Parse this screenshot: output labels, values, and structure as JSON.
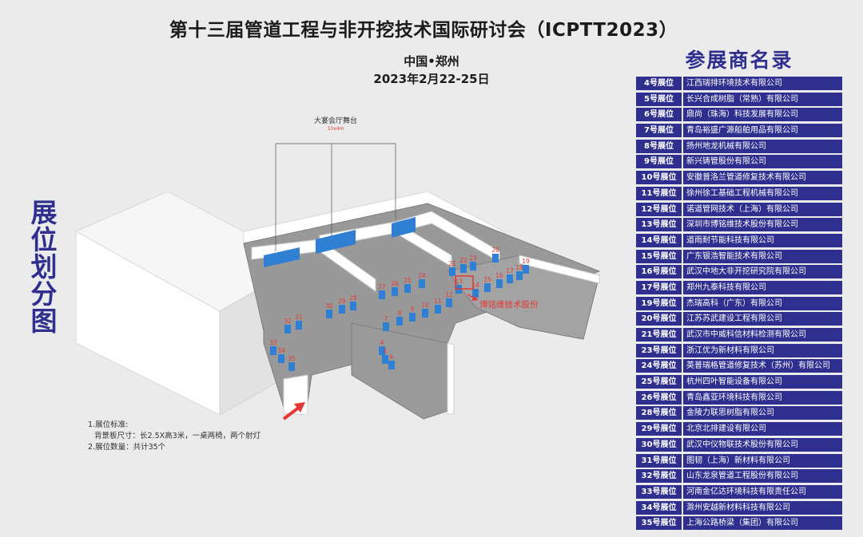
{
  "header": {
    "title": "第十三届管道工程与非开挖技术国际研讨会（ICPTT2023）",
    "location": "中国•郑州",
    "date": "2023年2月22-25日"
  },
  "side_title": "展位划分图",
  "list_title": "参展商名录",
  "floorplan": {
    "stage_label": "大宴会厅舞台",
    "stage_size": "10x4m",
    "highlight_label": "博铭维技术股份",
    "booth_numbers": [
      "4",
      "5",
      "6",
      "7",
      "8",
      "9",
      "10",
      "11",
      "12",
      "13",
      "14",
      "15",
      "16",
      "17",
      "18",
      "19",
      "20",
      "21",
      "22",
      "23",
      "24",
      "25",
      "26",
      "27",
      "28",
      "29",
      "30",
      "31",
      "32",
      "33",
      "34",
      "35"
    ],
    "colors": {
      "booth": "#2f7fd3",
      "hall_wall": "#ffffff",
      "floor": "#8e8e8e",
      "accent": "#e53935"
    }
  },
  "notes": {
    "line1": "1.展位标准:",
    "line2": "背景板尺寸：长2.5X高3米，一桌两椅，两个射灯",
    "line3": "2.展位数量：共计35个"
  },
  "exhibitors": [
    {
      "booth": "4号展位",
      "company": "江西瑞排环境技术有限公司"
    },
    {
      "booth": "5号展位",
      "company": "长兴合成树脂（常熟）有限公司"
    },
    {
      "booth": "6号展位",
      "company": "鼎尚（珠海）科技发展有限公司"
    },
    {
      "booth": "7号展位",
      "company": "青岛裕盛广源船舶用品有限公司"
    },
    {
      "booth": "8号展位",
      "company": "扬州地龙机械有限公司"
    },
    {
      "booth": "9号展位",
      "company": "新兴铸管股份有限公司"
    },
    {
      "booth": "10号展位",
      "company": "安徽普洛兰管道修复技术有限公司"
    },
    {
      "booth": "11号展位",
      "company": "徐州徐工基础工程机械有限公司"
    },
    {
      "booth": "12号展位",
      "company": "诺道管网技术（上海）有限公司"
    },
    {
      "booth": "13号展位",
      "company": "深圳市博铭维技术股份有限公司"
    },
    {
      "booth": "14号展位",
      "company": "道雨耐节能科技有限公司"
    },
    {
      "booth": "15号展位",
      "company": "广东银浩智能技术有限公司"
    },
    {
      "booth": "16号展位",
      "company": "武汉中地大非开挖研究院有限公司"
    },
    {
      "booth": "17号展位",
      "company": "郑州九泰科技有限公司"
    },
    {
      "booth": "19号展位",
      "company": "杰瑞高科（广东）有限公司"
    },
    {
      "booth": "20号展位",
      "company": "江苏苏武建设工程有限公司"
    },
    {
      "booth": "21号展位",
      "company": "武汉市中威科信材料检测有限公司"
    },
    {
      "booth": "23号展位",
      "company": "浙江优为新材料有限公司"
    },
    {
      "booth": "24号展位",
      "company": "英普瑞格管道修复技术（苏州）有限公司"
    },
    {
      "booth": "25号展位",
      "company": "杭州四叶智能设备有限公司"
    },
    {
      "booth": "26号展位",
      "company": "青岛鑫亚环境科技有限公司"
    },
    {
      "booth": "28号展位",
      "company": "金陵力联思树脂有限公司"
    },
    {
      "booth": "29号展位",
      "company": "北京北排建设有限公司"
    },
    {
      "booth": "30号展位",
      "company": "武汉中仪物联技术股份有限公司"
    },
    {
      "booth": "31号展位",
      "company": "图韧（上海）新材料有限公司"
    },
    {
      "booth": "32号展位",
      "company": "山东龙泉管道工程股份有限公司"
    },
    {
      "booth": "33号展位",
      "company": "河南金亿达环境科技有限责任公司"
    },
    {
      "booth": "34号展位",
      "company": "滁州安越新材料科技有限公司"
    },
    {
      "booth": "35号展位",
      "company": "上海公路桥梁（集团）有限公司"
    }
  ]
}
